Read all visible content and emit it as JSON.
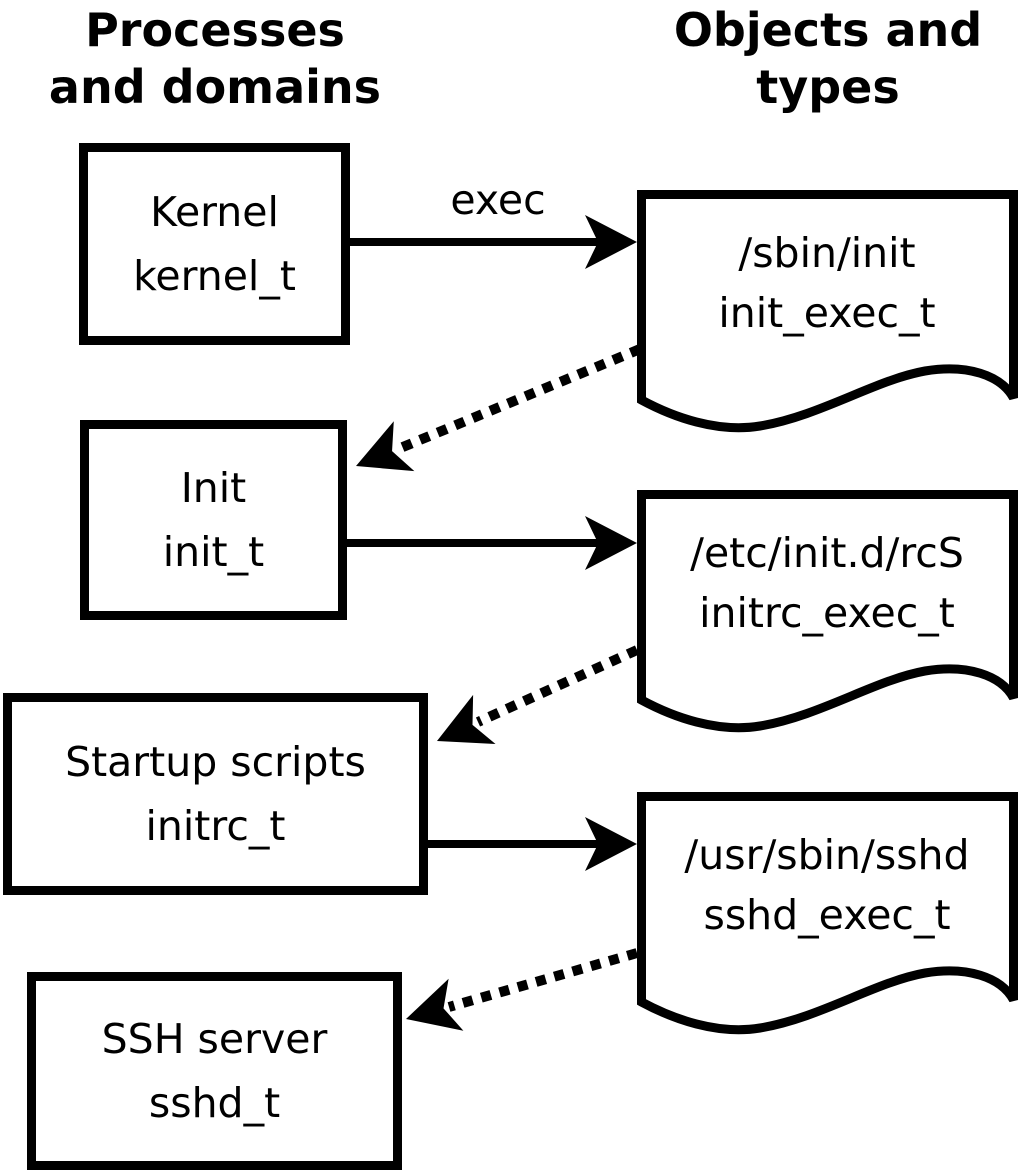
{
  "headings": {
    "left": "Processes\nand domains",
    "right": "Objects and\ntypes"
  },
  "exec_label": "exec",
  "processes": [
    {
      "name": "Kernel",
      "type": "kernel_t"
    },
    {
      "name": "Init",
      "type": "init_t"
    },
    {
      "name": "Startup scripts",
      "type": "initrc_t"
    },
    {
      "name": "SSH server",
      "type": "sshd_t"
    }
  ],
  "objects": [
    {
      "path": "/sbin/init",
      "type": "init_exec_t"
    },
    {
      "path": "/etc/init.d/rcS",
      "type": "initrc_exec_t"
    },
    {
      "path": "/usr/sbin/sshd",
      "type": "sshd_exec_t"
    }
  ],
  "colors": {
    "foreground": "#000000",
    "background": "#ffffff"
  }
}
